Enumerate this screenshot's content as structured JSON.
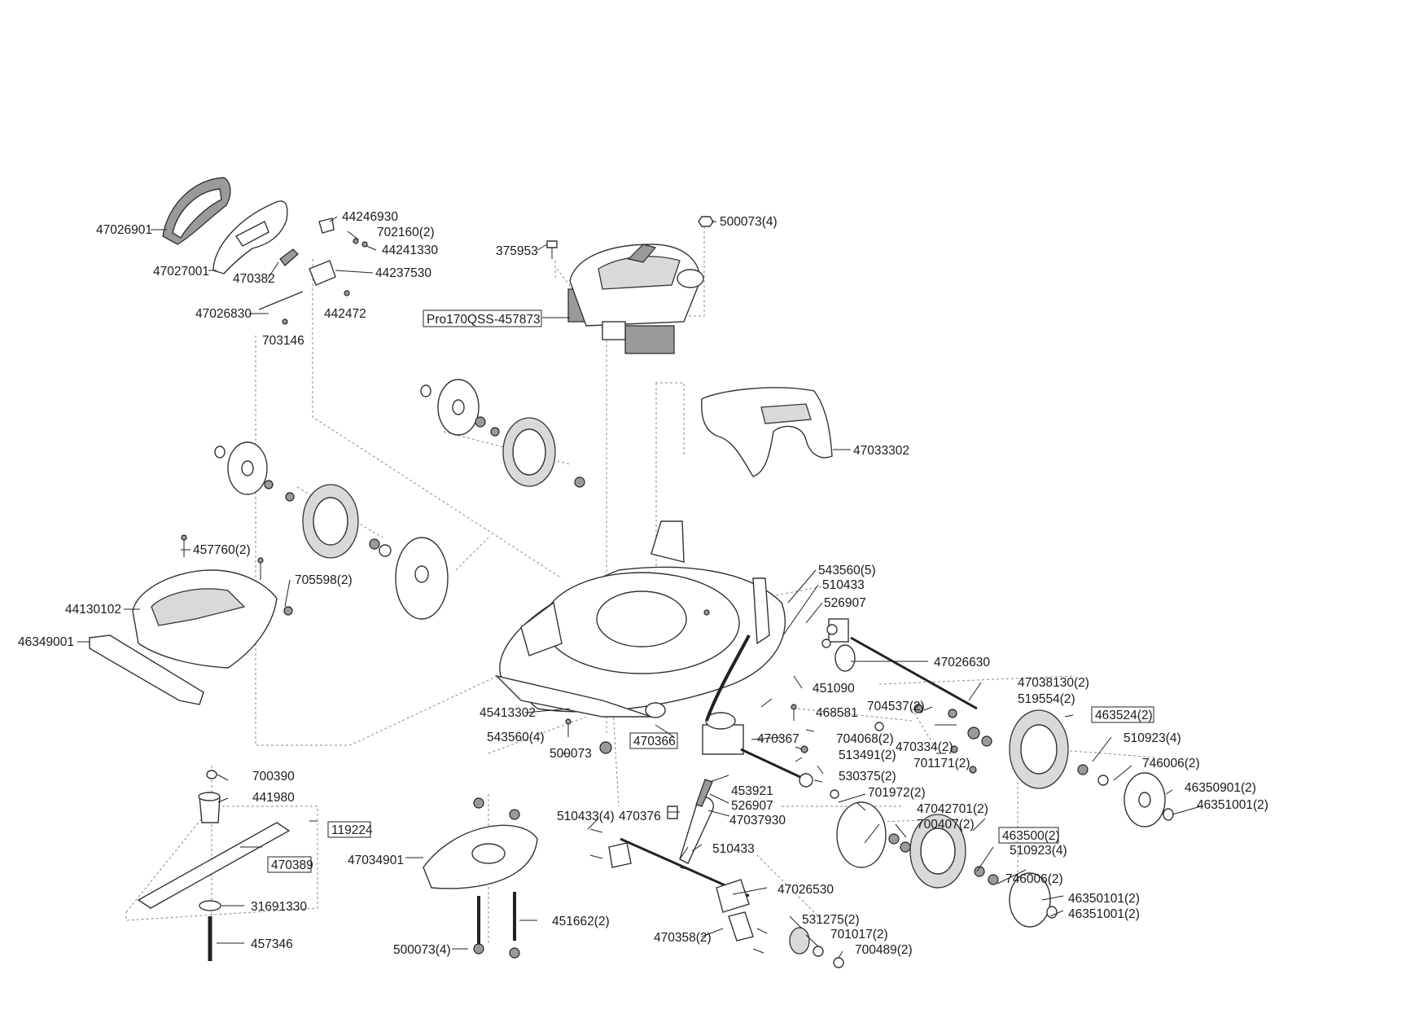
{
  "diagram": {
    "labels": {
      "p47026901": "47026901",
      "p47027001": "47027001",
      "p470382": "470382",
      "p47026830": "47026830",
      "p703146": "703146",
      "p44246930": "44246930",
      "p702160": "702160(2)",
      "p44241330": "44241330",
      "p44237530": "44237530",
      "p442472": "442472",
      "p375953": "375953",
      "p500073_4a": "500073(4)",
      "engine": "Pro170QSS-457873",
      "p47033302": "47033302",
      "p457760": "457760(2)",
      "p705598": "705598(2)",
      "p44130102": "44130102",
      "p46349001": "46349001",
      "p543560_5": "543560(5)",
      "p510433a": "510433",
      "p526907a": "526907",
      "p47026630": "47026630",
      "p451090": "451090",
      "p47038130": "47038130(2)",
      "p704537": "704537(2)",
      "p519554": "519554(2)",
      "p463524": "463524(2)",
      "p468581": "468581",
      "p45413302": "45413302",
      "p470367": "470367",
      "p704068": "704068(2)",
      "p470334": "470334(2)",
      "p510923_4a": "510923(4)",
      "p543560_4": "543560(4)",
      "p470366": "470366",
      "p500073": "500073",
      "p513491": "513491(2)",
      "p701171": "701171(2)",
      "p746006a": "746006(2)",
      "p700390": "700390",
      "p530375": "530375(2)",
      "p46350901": "46350901(2)",
      "p441980": "441980",
      "p453921": "453921",
      "p701972": "701972(2)",
      "p46351001a": "46351001(2)",
      "p510433_4": "510433(4)",
      "p470376": "470376",
      "p526907b": "526907",
      "p47042701": "47042701(2)",
      "p119224": "119224",
      "p47037930": "47037930",
      "p700407": "700407(2)",
      "p463500": "463500(2)",
      "p47034901": "47034901",
      "p510433b": "510433",
      "p510923_4b": "510923(4)",
      "p470389": "470389",
      "p746006b": "746006(2)",
      "p47026530": "47026530",
      "p46350101": "46350101(2)",
      "p46351001b": "46351001(2)",
      "p31691330": "31691330",
      "p451662": "451662(2)",
      "p531275": "531275(2)",
      "p457346": "457346",
      "p701017": "701017(2)",
      "p500073_4b": "500073(4)",
      "p470358": "470358(2)",
      "p700489": "700489(2)"
    }
  }
}
